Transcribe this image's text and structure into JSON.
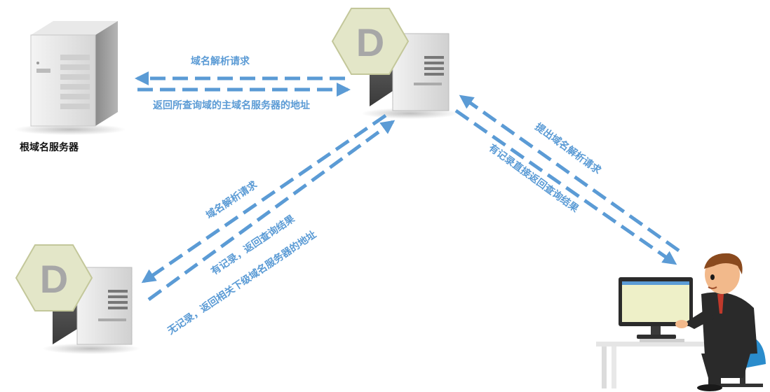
{
  "root_server": {
    "label": "根域名服务器"
  },
  "top_flow": {
    "request_label": "域名解析请求",
    "response_label": "返回所查询域的主域名服务器的地址"
  },
  "left_flow": {
    "request_label": "域名解析请求",
    "record_label": "有记录，返回查询结果",
    "no_record_label": "无记录，返回相关下级域名服务器的地址"
  },
  "right_flow": {
    "request_label": "提出域名解析请求",
    "response_label": "有记录直接返回查询结果"
  },
  "dns_badge": {
    "letter": "D"
  },
  "colors": {
    "arrow": "#5b9bd5",
    "label_blue": "#5b9bd5",
    "label_black": "#111111",
    "badge_fill": "#e3e6c8",
    "badge_stroke": "#c3c79a",
    "badge_text": "#a7a7a7"
  }
}
